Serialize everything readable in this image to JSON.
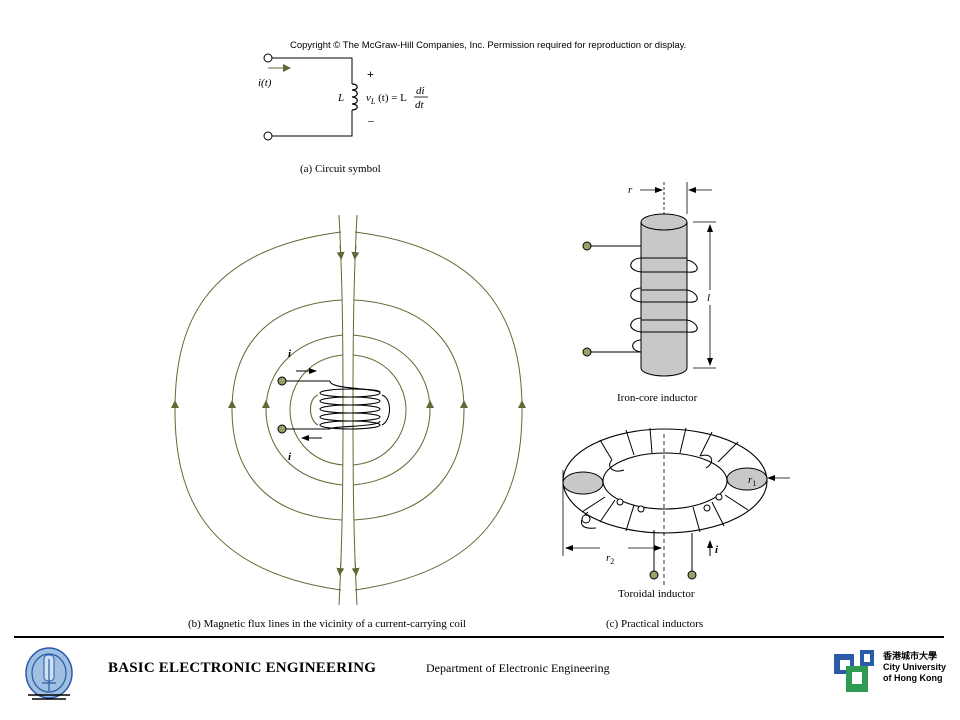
{
  "copyright": "Copyright © The McGraw-Hill Companies, Inc. Permission required for reproduction or display.",
  "circuit": {
    "current_label": "i(t)",
    "plus": "+",
    "minus": "–",
    "inductor_label": "L",
    "equation_lhs": "v",
    "equation_sub": "L",
    "equation_mid": " (t) = L",
    "di": "di",
    "dt": "dt",
    "caption": "(a) Circuit symbol"
  },
  "flux": {
    "current_top": "i",
    "current_bottom": "i",
    "caption": "(b) Magnetic flux lines in the vicinity of a current-carrying coil"
  },
  "iron_core": {
    "r_label": "r",
    "l_label": "l",
    "caption": "Iron-core inductor"
  },
  "toroid": {
    "r1_label": "r",
    "r1_sub": "1",
    "r2_label": "r",
    "r2_sub": "2",
    "i_label": "i",
    "caption": "Toroidal inductor"
  },
  "practical_caption": "(c) Practical inductors",
  "footer": {
    "course": "BASIC ELECTRONIC ENGINEERING",
    "department": "Department of Electronic Engineering",
    "university": "香港城市大學\nCity University\nof Hong Kong"
  },
  "colors": {
    "flux_line": "#5e6b34",
    "core_fill": "#c8c8c8",
    "terminal_fill": "#9aa06a",
    "logo_blue": "#2a5aa8",
    "logo_green": "#2e9a52"
  }
}
